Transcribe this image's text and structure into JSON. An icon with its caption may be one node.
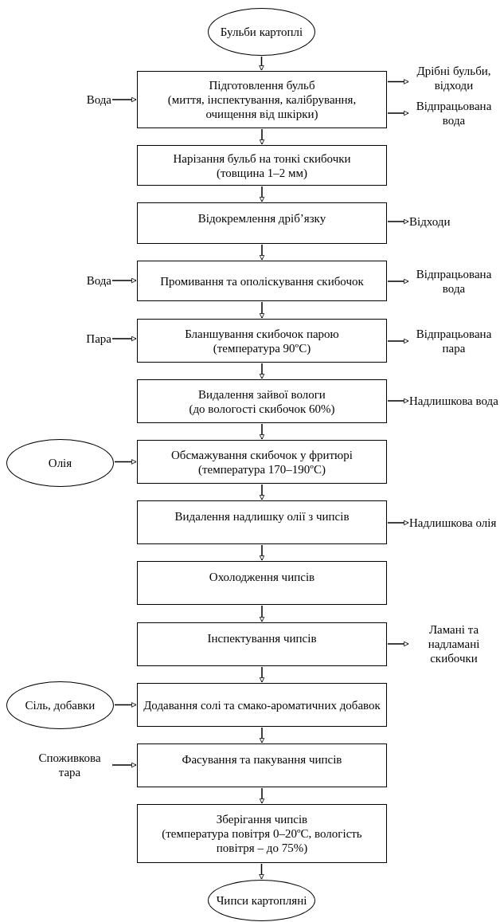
{
  "diagram": {
    "nodes": [
      {
        "text": [
          "Бульби картоплі"
        ]
      },
      {
        "text": [
          "Вода"
        ]
      },
      {
        "text": [
          "Підготовлення бульб",
          "(миття, інспектування, калібрування, очищення від шкірки)"
        ]
      },
      {
        "text": [
          "Дрібні бульби, відходи"
        ]
      },
      {
        "text": [
          "Відпрацьована вода"
        ]
      },
      {
        "text": [
          "Нарізання бульб на тонкі скибочки",
          "(товщина 1–2 мм)"
        ]
      },
      {
        "text": [
          "Відокремлення дріб’язку"
        ]
      },
      {
        "text": [
          "Відходи"
        ]
      },
      {
        "text": [
          "Вода"
        ]
      },
      {
        "text": [
          "Промивання та ополіскування скибочок"
        ]
      },
      {
        "text": [
          "Відпрацьована вода"
        ]
      },
      {
        "text": [
          "Пара"
        ]
      },
      {
        "text": [
          "Бланшування скибочок парою",
          "(температура 90ºC)"
        ]
      },
      {
        "text": [
          "Відпрацьована пара"
        ]
      },
      {
        "text": [
          "Видалення зайвої вологи",
          "(до вологості скибочок 60%)"
        ]
      },
      {
        "text": [
          "Надлишкова вода"
        ]
      },
      {
        "text": [
          "Олія"
        ]
      },
      {
        "text": [
          "Обсмажування скибочок у фритюрі",
          "(температура 170–190ºC)"
        ]
      },
      {
        "text": [
          "Видалення надлишку олії з чипсів"
        ]
      },
      {
        "text": [
          "Надлишкова олія"
        ]
      },
      {
        "text": [
          "Охолодження чипсів"
        ]
      },
      {
        "text": [
          "Інспектування чипсів"
        ]
      },
      {
        "text": [
          "Ламані та надламані скибочки"
        ]
      },
      {
        "text": [
          "Сіль, добавки"
        ]
      },
      {
        "text": [
          "Додавання солі та смако-ароматичних добавок"
        ]
      },
      {
        "text": [
          "Споживкова тара"
        ]
      },
      {
        "text": [
          "Фасування та пакування чипсів"
        ]
      },
      {
        "text": [
          "Зберігання чипсів",
          "(температура повітря 0–20ºC, вологість повітря – до 75%)"
        ]
      },
      {
        "text": [
          "Чипси картопляні"
        ]
      }
    ],
    "edges": [
      {
        "from": 0,
        "to": 2,
        "arrow": "to"
      },
      {
        "from": 1,
        "to": 2,
        "arrow": "to"
      },
      {
        "from": 2,
        "to": 3,
        "arrow": "to"
      },
      {
        "from": 2,
        "to": 4,
        "arrow": "to"
      },
      {
        "from": 2,
        "to": 5,
        "arrow": "to"
      },
      {
        "from": 5,
        "to": 6,
        "arrow": "to"
      },
      {
        "from": 6,
        "to": 7,
        "arrow": "to"
      },
      {
        "from": 6,
        "to": 9,
        "arrow": "to"
      },
      {
        "from": 8,
        "to": 9,
        "arrow": "to"
      },
      {
        "from": 9,
        "to": 10,
        "arrow": "to"
      },
      {
        "from": 9,
        "to": 12,
        "arrow": "to"
      },
      {
        "from": 11,
        "to": 12,
        "arrow": "to"
      },
      {
        "from": 12,
        "to": 13,
        "arrow": "to"
      },
      {
        "from": 12,
        "to": 14,
        "arrow": "to"
      },
      {
        "from": 14,
        "to": 15,
        "arrow": "to"
      },
      {
        "from": 14,
        "to": 17,
        "arrow": "to"
      },
      {
        "from": 16,
        "to": 17,
        "arrow": "to"
      },
      {
        "from": 17,
        "to": 18,
        "arrow": "to"
      },
      {
        "from": 18,
        "to": 19,
        "arrow": "to"
      },
      {
        "from": 18,
        "to": 20,
        "arrow": "to"
      },
      {
        "from": 20,
        "to": 21,
        "arrow": "to"
      },
      {
        "from": 21,
        "to": 22,
        "arrow": "to"
      },
      {
        "from": 21,
        "to": 24,
        "arrow": "to"
      },
      {
        "from": 23,
        "to": 24,
        "arrow": "to"
      },
      {
        "from": 24,
        "to": 26,
        "arrow": "to"
      },
      {
        "from": 25,
        "to": 26,
        "arrow": "to"
      },
      {
        "from": 26,
        "to": 27,
        "arrow": "to"
      },
      {
        "from": 27,
        "to": 28,
        "arrow": "to"
      }
    ]
  }
}
